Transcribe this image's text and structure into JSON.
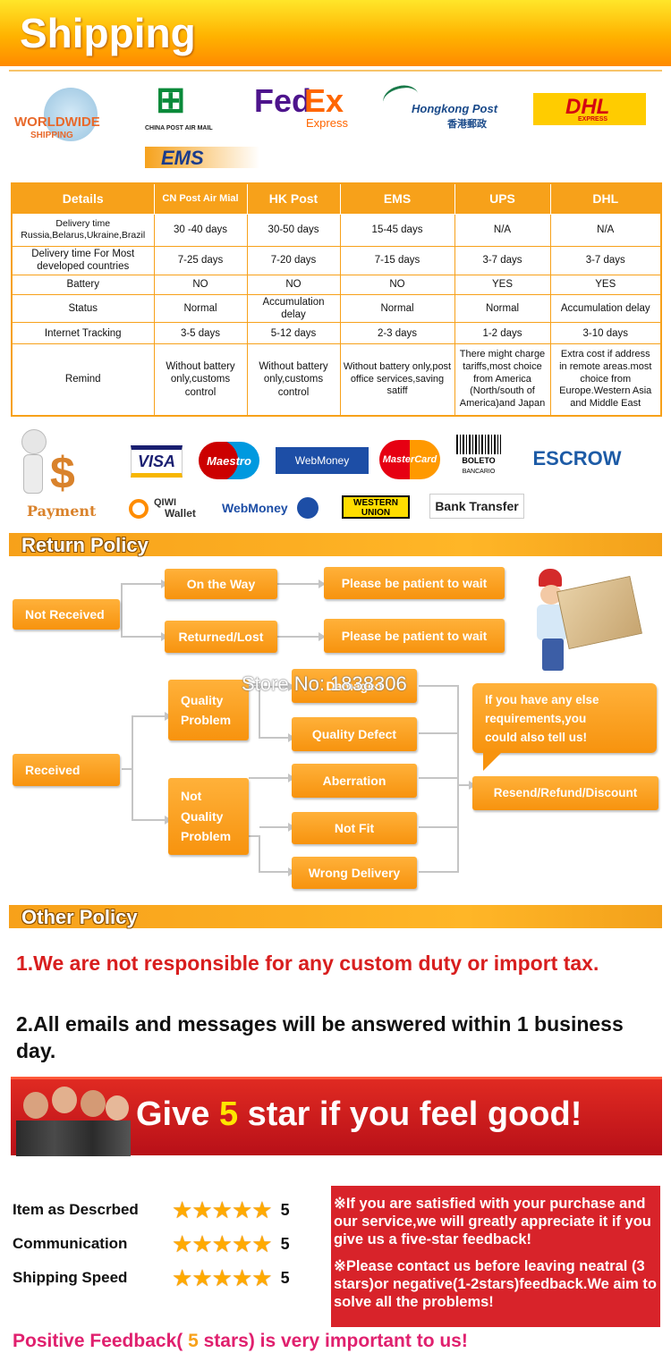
{
  "header": {
    "title": "Shipping"
  },
  "couriers": {
    "worldwide": "WORLDWIDE",
    "worldwide_sub": "SHIPPING",
    "china_post": "CHINA POST AIR MAIL",
    "fedex_a": "Fed",
    "fedex_b": "Ex",
    "fedex_sub": "Express",
    "hkpost": "Hongkong Post",
    "hkpost_cn": "香港郵政",
    "dhl": "DHL",
    "dhl_sub": "EXPRESS",
    "ems": "EMS"
  },
  "table": {
    "headers": [
      "Details",
      "CN Post Air Mial",
      "HK Post",
      "EMS",
      "UPS",
      "DHL"
    ],
    "rows": [
      [
        "Delivery time\nRussia,Belarus,Ukraine,Brazil",
        "30 -40 days",
        "30-50 days",
        "15-45 days",
        "N/A",
        "N/A"
      ],
      [
        "Delivery time For Most\ndeveloped countries",
        "7-25 days",
        "7-20 days",
        "7-15 days",
        "3-7 days",
        "3-7 days"
      ],
      [
        "Battery",
        "NO",
        "NO",
        "NO",
        "YES",
        "YES"
      ],
      [
        "Status",
        "Normal",
        "Accumulation delay",
        "Normal",
        "Normal",
        "Accumulation delay"
      ],
      [
        "Internet Tracking",
        "3-5 days",
        "5-12 days",
        "2-3 days",
        "1-2 days",
        "3-10 days"
      ],
      [
        "Remind",
        "Without battery\nonly,customs\ncontrol",
        "Without battery\nonly,customs\ncontrol",
        "Without battery only,post\noffice services,saving\nsatiff",
        "There might charge\ntariffs,most choice\nfrom America\n(North/south of\nAmerica)and Japan",
        "Extra cost if address\nin remote areas.most\nchoice from\nEurope.Western Asia\nand Middle East"
      ]
    ]
  },
  "payment": {
    "label": "Payment",
    "visa": "VISA",
    "maestro": "Maestro",
    "webmoney": "WebMoney",
    "mastercard": "MasterCard",
    "boleto": "BOLETO",
    "boleto_sub": "BANCARIO",
    "escrow": "ESCROW",
    "qiwi": "QIWI",
    "qiwi_sub": "Wallet",
    "webmoney2": "WebMoney",
    "western": "WESTERN",
    "western_sub": "UNION",
    "bank": "Bank Transfer"
  },
  "return_policy": {
    "title": "Return Policy",
    "not_received": "Not Received",
    "on_the_way": "On the Way",
    "returned_lost": "Returned/Lost",
    "wait1": "Please be patient to wait",
    "wait2": "Please be patient to wait",
    "received": "Received",
    "quality_problem": "Quality\nProblem",
    "not_quality_problem": "Not\nQuality\nProblem",
    "damaged": "Damaged",
    "quality_defect": "Quality Defect",
    "aberration": "Aberration",
    "not_fit": "Not Fit",
    "wrong_delivery": "Wrong Delivery",
    "speech": "If you have any else\nrequirements,you\ncould also tell us!",
    "resend": "Resend/Refund/Discount",
    "watermark": "Store No: 1838306"
  },
  "other_policy": {
    "title": "Other Policy",
    "item1": "1.We are not responsible for any custom duty or import tax.",
    "item2": "2.All emails and messages will be answered within 1 business day."
  },
  "banner": {
    "pre": "Give ",
    "num": "5",
    "post": " star if you feel good!"
  },
  "ratings": [
    {
      "label": "Item as Descrbed",
      "stars": 5,
      "score": "5"
    },
    {
      "label": "Communication",
      "stars": 5,
      "score": "5"
    },
    {
      "label": "Shipping Speed",
      "stars": 5,
      "score": "5"
    }
  ],
  "notice": {
    "p1": "※If you are satisfied with your purchase and our service,we will greatly appreciate it if you give us a five-star feedback!",
    "p2": "※Please contact us before leaving neatral (3 stars)or negative(1-2stars)feedback.We aim to solve all the problems!"
  },
  "footer": {
    "a": "Positive Feedback",
    "b": "( ",
    "c": "5",
    "d": " stars",
    "e": ") is very important to us!"
  },
  "colors": {
    "orange": "#f7a11a",
    "red": "#d81e1e",
    "banner_red": "#c8161d",
    "yellow": "#ffe600"
  }
}
